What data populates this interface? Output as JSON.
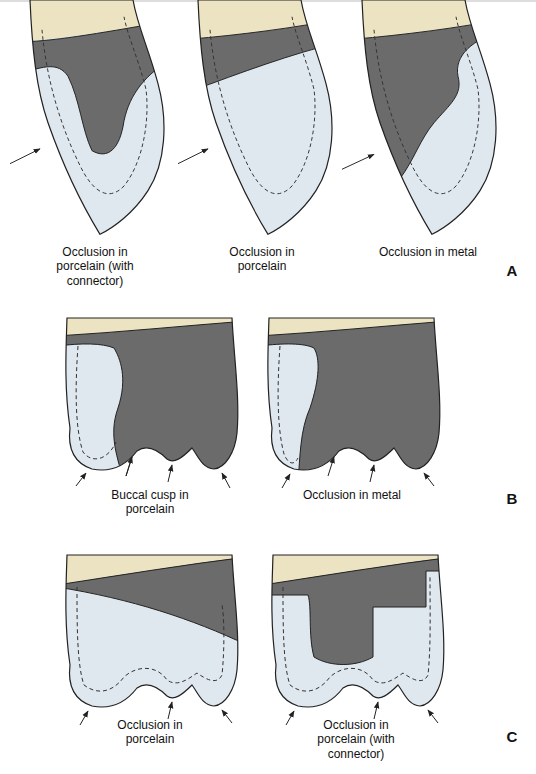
{
  "diagram": {
    "labels": [
      "Occlusion in porcelain (with connector)",
      "Occlusion in porcelain",
      "Occlusion in metal",
      "A",
      "Buccal cusp in porcelain",
      "Occlusion in metal",
      "B",
      "Occlusion in porcelain",
      "Occlusion in porcelain (with connector)",
      "C"
    ]
  }
}
